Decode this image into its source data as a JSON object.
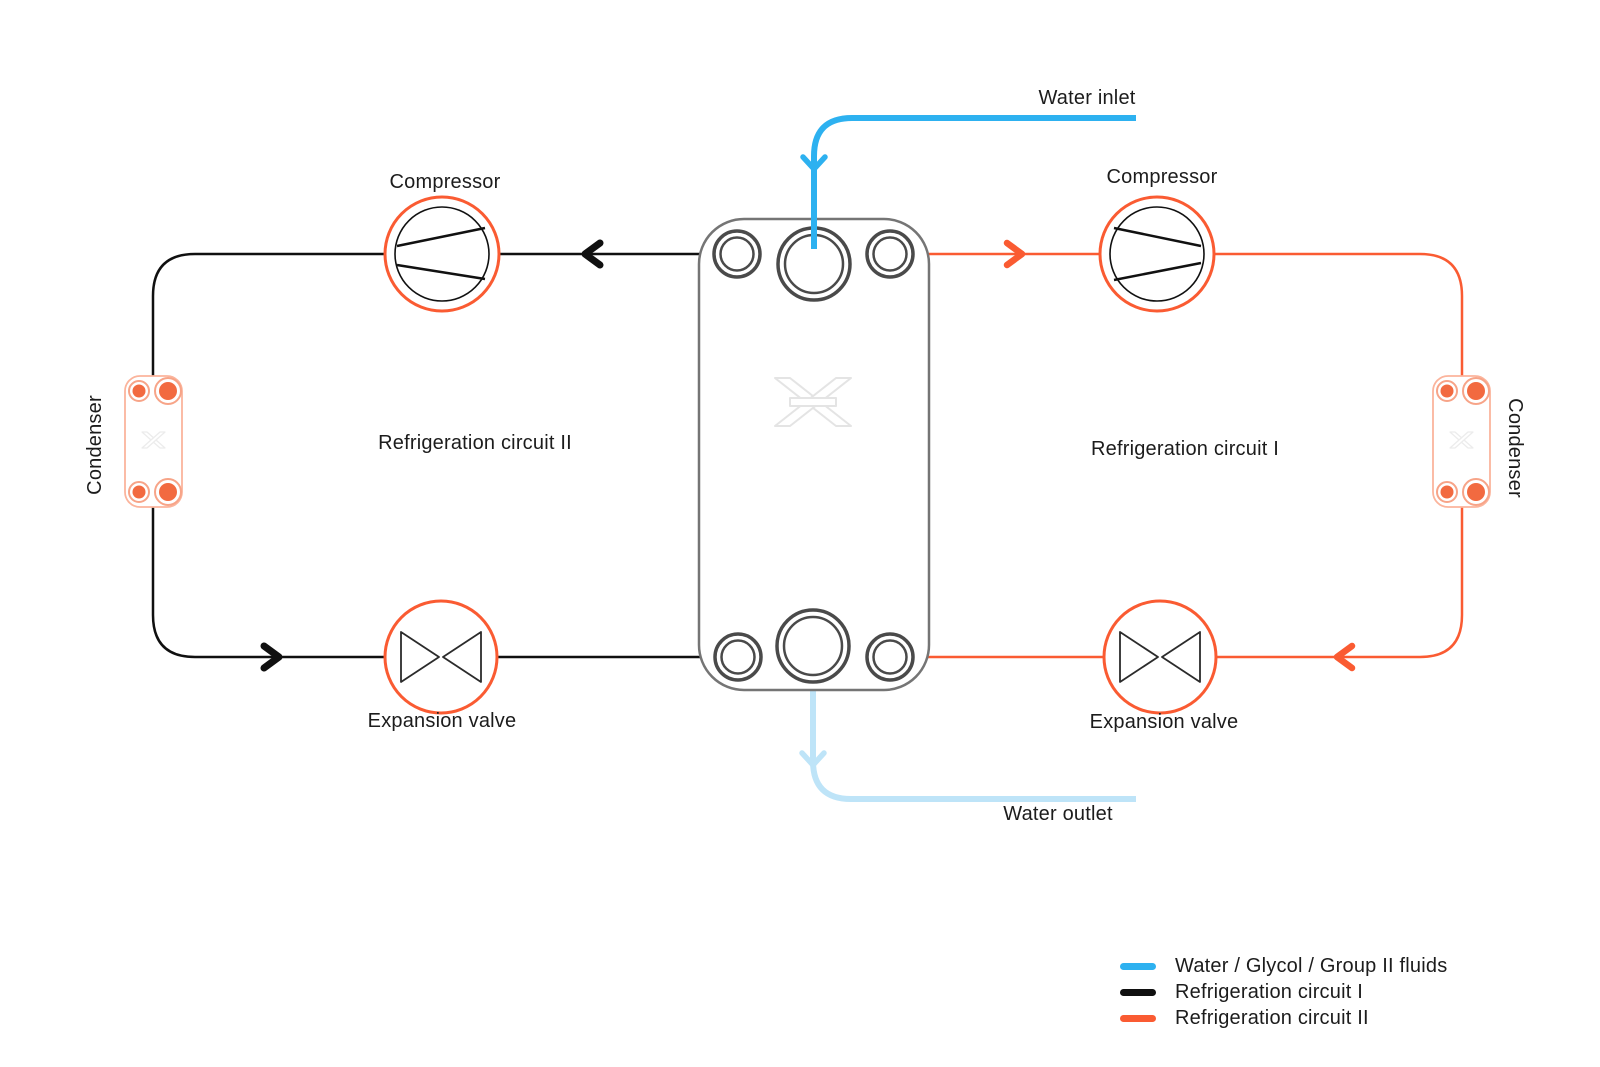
{
  "labels": {
    "water_inlet": "Water inlet",
    "water_outlet": "Water outlet",
    "compressor_left": "Compressor",
    "compressor_right": "Compressor",
    "condenser_left": "Condenser",
    "condenser_right": "Condenser",
    "expansion_valve_left": "Expansion valve",
    "expansion_valve_right": "Expansion valve",
    "circuit_left": "Refrigeration circuit II",
    "circuit_right": "Refrigeration circuit I"
  },
  "legend": {
    "items": [
      {
        "label": "Water / Glycol / Group II fluids",
        "color": "#2DB1F0"
      },
      {
        "label": "Refrigeration circuit I",
        "color": "#101010"
      },
      {
        "label": "Refrigeration circuit II",
        "color": "#FA5B32"
      }
    ]
  },
  "colors": {
    "water_blue": "#2DB1F0",
    "water_light_blue": "#BEE4F8",
    "circuit_black": "#101010",
    "circuit_orange": "#FA5B32",
    "condenser_border": "#FBB49C",
    "condenser_dot": "#F26A40",
    "condenser_dot_ring": "#F7A488",
    "hx_outline": "#757575",
    "hx_port": "#4A4A4A",
    "logo_gray": "#E4E4E4",
    "label_text": "#1C1C1C"
  }
}
